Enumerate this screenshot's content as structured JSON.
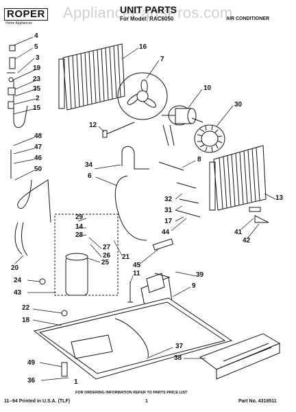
{
  "header": {
    "brand": "ROPER",
    "brand_subtitle": "Home Appliances",
    "title": "UNIT PARTS",
    "model_line": "For Model: RAC6050",
    "product": "AIR CONDITIONER",
    "watermark": "AppliancePartsPros.com"
  },
  "callouts": [
    "4",
    "5",
    "3",
    "19",
    "23",
    "35",
    "2",
    "15",
    "16",
    "7",
    "10",
    "30",
    "12",
    "48",
    "47",
    "46",
    "50",
    "34",
    "6",
    "8",
    "32",
    "31",
    "17",
    "13",
    "29",
    "14",
    "28",
    "27",
    "26",
    "25",
    "21",
    "45",
    "41",
    "42",
    "44",
    "20",
    "24",
    "43",
    "11",
    "39",
    "9",
    "22",
    "18",
    "37",
    "38",
    "49",
    "36",
    "1"
  ],
  "footer": {
    "ordering_note": "FOR ORDERING INFORMATION REFER TO PARTS PRICE LIST",
    "left": "11--94 Printed in U.S.A. (TLF)",
    "page": "1",
    "part_no": "Part No. 4318511"
  }
}
